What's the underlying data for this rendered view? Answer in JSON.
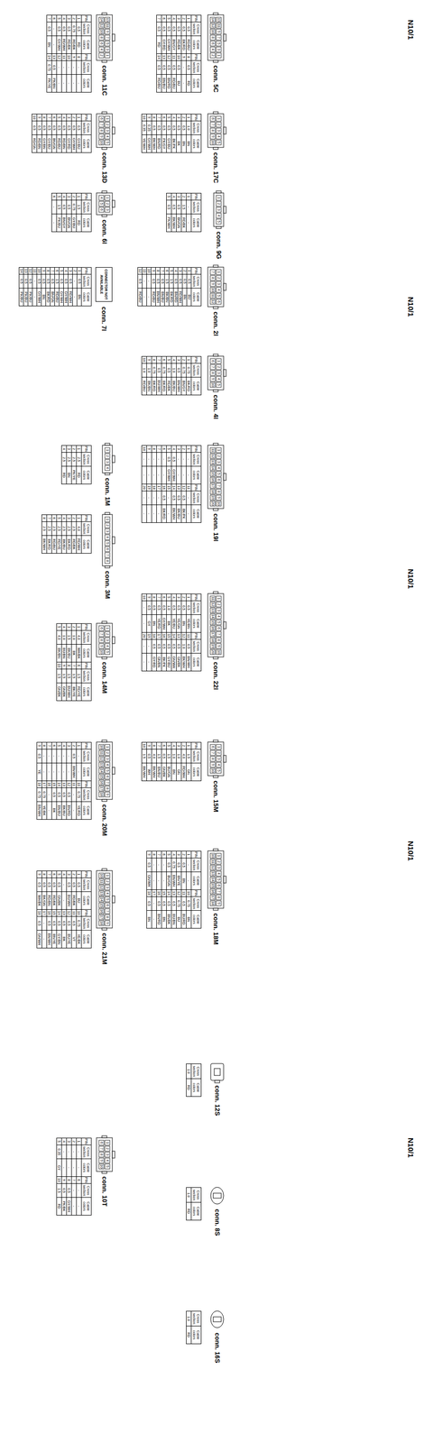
{
  "diagram": {
    "nodes": [
      {
        "text": [
          "CONNECTOR NOT AVAILABLE"
        ]
      }
    ],
    "labels": [
      "N10/1",
      "N10/1",
      "N10/1",
      "N10/1",
      "N10/1",
      "conn. 5C",
      "13",
      "11",
      "9",
      "7",
      "5",
      "3",
      "1",
      "14",
      "12",
      "10",
      "8",
      "6",
      "4",
      "2",
      "PIN",
      "Cross section",
      "Cable colors",
      "1",
      "0.5",
      "RD/BU",
      "2",
      "0.5",
      "BK/RD",
      "3",
      "0.5",
      "RD/BK",
      "4",
      "0.5",
      "BN/GY",
      "5",
      "0.5",
      "GY/WH",
      "6",
      "0.5",
      "GY/RD",
      "7",
      "0.5",
      "RD",
      "PIN",
      "Cross section",
      "Cable colors",
      "8",
      "0.5",
      "RD",
      "9",
      "-",
      "-",
      "10",
      "0.5",
      "BU",
      "11",
      "0.5",
      "RD/BU",
      "12",
      "0.5",
      "BN/RD",
      "13",
      "0.5",
      "BN/BU",
      "14",
      "0.5",
      "RD/BU",
      "conn. 17C",
      "1",
      "2",
      "3",
      "4",
      "5",
      "6",
      "7",
      "8",
      "9",
      "10",
      "PIN",
      "Cross section",
      "Cable colors",
      "1",
      "1.0",
      "BN",
      "2",
      "0.5",
      "BN",
      "3",
      "0.5",
      "BK",
      "4",
      "0.5",
      "BK/PK",
      "5",
      "0.5",
      "GY/BU",
      "6",
      "0.5",
      "PK/GY",
      "7",
      "0.5",
      "BN/RD",
      "8",
      "0.5",
      "BK/WH",
      "9",
      "0.35",
      "GY/WH",
      "10",
      "0.35",
      "YE/WH",
      "conn. 9G",
      "1",
      "2",
      "3",
      "4",
      "5",
      "PIN",
      "Cross section",
      "Cable colors",
      "1",
      "-",
      "-",
      "2",
      "1.5",
      "RD/BK",
      "3",
      "0.5",
      "BN/GN",
      "4",
      "0.5",
      "BK/WH",
      "5",
      "0.5",
      "PK/WH",
      "conn. 2I",
      "1",
      "2",
      "3",
      "4",
      "5",
      "6",
      "7",
      "8",
      "9",
      "10",
      "11",
      "12",
      "PIN",
      "Cross section",
      "Cable colors",
      "1",
      "0.5",
      "BU",
      "2",
      "0.5",
      "BN",
      "3",
      "0.5",
      "RD/WH",
      "4",
      "0.5",
      "BN/RD",
      "5",
      "1.5",
      "BK/RD",
      "6",
      "1.5",
      "BK/BN",
      "7",
      "0.5",
      "BN/BU",
      "8",
      "0.5",
      "BN/WH",
      "9",
      "0.5",
      "RD/BU",
      "10",
      "-",
      "-",
      "11",
      "-",
      "-",
      "12",
      "0.5",
      "RD/BU",
      "conn. 4I",
      "1",
      "2",
      "3",
      "4",
      "5",
      "6",
      "7",
      "8",
      "9",
      "10",
      "PIN",
      "Cross section",
      "Cable colors",
      "1",
      "0.75",
      "BK/RD",
      "2",
      "0.75",
      "BN/GY",
      "3",
      "0.5",
      "BN/WH",
      "4",
      "1.0",
      "BK/BU",
      "5",
      "0.5",
      "RD/BK",
      "6",
      "0.75",
      "BK/RD",
      "7",
      "0.5",
      "BU/WH",
      "8",
      "0.75",
      "BK/RD",
      "9",
      "1.0",
      "BK/BN",
      "10",
      "1.0",
      "RD/BU",
      "conn. 19I",
      "1",
      "2",
      "3",
      "4",
      "5",
      "6",
      "7",
      "8",
      "9",
      "10",
      "11",
      "12",
      "13",
      "14",
      "15",
      "16",
      "17",
      "18",
      "19",
      "20",
      "PIN",
      "Cross section",
      "Cable colors",
      "1",
      "-",
      "-",
      "2",
      "-",
      "-",
      "3",
      "-",
      "-",
      "4",
      "0.5",
      "GY/WH",
      "5",
      "0.5",
      "GY/WH",
      "6",
      "-",
      "-",
      "7",
      "-",
      "-",
      "8",
      "-",
      "-",
      "9",
      "-",
      "-",
      "10",
      "-",
      "-",
      "PIN",
      "Cross section",
      "Cable colors",
      "11",
      "-",
      "-",
      "12",
      "0.5",
      "BK/PK",
      "13",
      "0.5",
      "BK/BU",
      "14",
      "0.5",
      "BK/WH",
      "15",
      "-",
      "-",
      "16",
      "0.5",
      "BK/RD",
      "17",
      "-",
      "-",
      "18",
      "-",
      "-",
      "19",
      "-",
      "-",
      "20",
      "-",
      "-",
      "conn. 22I",
      "1",
      "2",
      "3",
      "4",
      "5",
      "6",
      "7",
      "8",
      "9",
      "10",
      "11",
      "12",
      "13",
      "14",
      "15",
      "16",
      "17",
      "18",
      "19",
      "20",
      "PIN",
      "Cross section",
      "Cable colors",
      "1",
      "0.5",
      "YE/BN",
      "2",
      "0.5",
      "BN",
      "3",
      "0.5",
      "YE/GN",
      "4",
      "0.5",
      "YE/BU",
      "5",
      "1.0",
      "BK",
      "6",
      "0.5",
      "GY/WH",
      "7",
      "0.5",
      "YE/RD",
      "8",
      "0.5",
      "BN",
      "9",
      "0.5",
      "GY",
      "10",
      "-",
      "-",
      "PIN",
      "Cross section",
      "Cable colors",
      "11",
      "0.5",
      "BN/WH",
      "12",
      "1.0",
      "BK/WH",
      "13",
      "0.5",
      "GN/BK",
      "14",
      "0.5",
      "GN/WH",
      "15",
      "0.5",
      "GY/BU",
      "16",
      "0.5",
      "BK/PK",
      "17",
      "0.5",
      "GN/BN",
      "18",
      "0.5",
      "GY/RD",
      "19",
      "-",
      "-",
      "20",
      "-",
      "-",
      "conn. 15M",
      "1",
      "2",
      "3",
      "4",
      "5",
      "6",
      "7",
      "8",
      "9",
      "10",
      "PIN",
      "Cross section",
      "Cable colors",
      "1",
      "1.5",
      "GN",
      "2",
      "4.0",
      "RD/WH",
      "3",
      "1.0",
      "GN",
      "4",
      "1.0",
      "BN",
      "5",
      "1.5",
      "BU/GN",
      "6",
      "0.5",
      "GN/BK",
      "7",
      "1.5",
      "BN/BU",
      "8",
      "4.0",
      "BK/WH",
      "9",
      "0.5",
      "WH",
      "10",
      "1.5",
      "BK/WH",
      "conn. 18M",
      "1",
      "2",
      "3",
      "4",
      "5",
      "6",
      "7",
      "8",
      "9",
      "10",
      "11",
      "12",
      "13",
      "14",
      "15",
      "16",
      "17",
      "18",
      "PIN",
      "Cross section",
      "Cable colors",
      "1",
      "-",
      "-",
      "2",
      "0.5",
      "BN",
      "3",
      "0.5",
      "BN/YE",
      "4",
      "0.75",
      "BN/WH",
      "5",
      "0.5",
      "BU/GN",
      "6",
      "-",
      "-",
      "7",
      "-",
      "-",
      "8",
      "-",
      "-",
      "9",
      "0.5",
      "GN/WH",
      "PIN",
      "Cross section",
      "Cable colors",
      "10",
      "0.75",
      "BN",
      "11",
      "0.5",
      "BU/RD",
      "12",
      "0.75",
      "BU",
      "13",
      "0.5",
      "BU/BN",
      "14",
      "0.5",
      "BN/BK",
      "15",
      "0.5",
      "BN",
      "16",
      "0.5",
      "BN/RD",
      "17",
      "-",
      "-",
      "18",
      "0.5",
      "BN",
      "conn. 12S",
      "Cross section",
      "Cable colors",
      "1.0",
      "RD",
      "conn. 8S",
      "Cross section",
      "Cable colors",
      "1.0",
      "RD",
      "conn. 16S",
      "Cross section",
      "Cable colors",
      "1.0",
      "RD",
      "conn. 11C",
      "13",
      "11",
      "9",
      "7",
      "5",
      "3",
      "1",
      "14",
      "12",
      "10",
      "8",
      "6",
      "4",
      "2",
      "PIN",
      "Cross section",
      "Cable colors",
      "1",
      "0.5",
      "RD",
      "2",
      "0.75",
      "RD/BK",
      "3",
      "0.5",
      "RD/BK",
      "4",
      "0.5",
      "RD/WH",
      "5",
      "0.5",
      "GY/WH",
      "6",
      "-",
      "-",
      "7",
      "0.5",
      "BN",
      "PIN",
      "Cross section",
      "Cable colors",
      "8",
      "-",
      "-",
      "9",
      "-",
      "-",
      "10",
      "-",
      "-",
      "11",
      "-",
      "-",
      "12",
      "-",
      "-",
      "13",
      "0.5",
      "PK/BN",
      "14",
      "0.75",
      "PK/YE",
      "conn. 13D",
      "1",
      "2",
      "3",
      "4",
      "5",
      "6",
      "7",
      "8",
      "9",
      "10",
      "PIN",
      "Cross section",
      "Cable colors",
      "1",
      "0.5",
      "GY/BU",
      "2",
      "0.5",
      "GY/WH",
      "3",
      "0.5",
      "GY/RD",
      "4",
      "0.5",
      "RD/BN",
      "5",
      "0.5",
      "RD/BU",
      "6",
      "0.5",
      "BN/GN",
      "7",
      "0.5",
      "GY/BU",
      "8",
      "0.5",
      "GY/BN",
      "9",
      "0.5",
      "RD/BN",
      "10",
      "0.5",
      "RD/GN",
      "conn. 6I",
      "1",
      "2",
      "3",
      "4",
      "5",
      "6",
      "PIN",
      "Cross section",
      "Cable colors",
      "1",
      "1.5",
      "RD",
      "2",
      "0.75",
      "GY/BU",
      "3",
      "0.5",
      "BN/GN",
      "4",
      "0.5",
      "BN/GY",
      "5",
      "1.5",
      "PK/BU",
      "6",
      "-",
      "-",
      "conn. 7I",
      "PIN",
      "Cross section",
      "Cable colors",
      "1",
      "0.5",
      "BN",
      "2",
      "-",
      "-",
      "3",
      "0.5",
      "RD/WH",
      "4",
      "0.5",
      "GY/WH",
      "5",
      "0.5",
      "GY/WH",
      "6",
      "1.5",
      "RD/BU",
      "7",
      "0.5",
      "BN/GN",
      "8",
      "0.5",
      "BK/RD",
      "9",
      "0.5",
      "BN",
      "10",
      "0.5",
      "GY/WH",
      "11",
      "-",
      "-",
      "12",
      "0.5",
      "PK/BU",
      "13",
      "0.5",
      "PK/BU",
      "14",
      "0.5",
      "PK/BU",
      "conn. 1M",
      "1",
      "2",
      "3",
      "4",
      "PIN",
      "Cross section",
      "Cable colors",
      "1",
      "2.5",
      "RD",
      "2",
      "2.5",
      "PK/YE",
      "3",
      "2.5",
      "BN",
      "4",
      "2.5",
      "RD",
      "conn. 3M",
      "1",
      "2",
      "3",
      "4",
      "5",
      "6",
      "7",
      "8",
      "PIN",
      "Cross section",
      "Cable colors",
      "1",
      "4.0",
      "RD/WH",
      "2",
      "2.5",
      "RD/BK",
      "3",
      "2.5",
      "BK/RD",
      "4",
      "2.5",
      "BK/BU",
      "5",
      "2.5",
      "RD/YE",
      "6",
      "2.5",
      "RD/BU",
      "7",
      "2.5",
      "BK/RD",
      "8",
      "2.5",
      "BK/WH",
      "conn. 14M",
      "1",
      "2",
      "3",
      "4",
      "5",
      "6",
      "7",
      "8",
      "9",
      "10",
      "PIN",
      "Cross section",
      "Cable colors",
      "1",
      "4.0",
      "WH/BK",
      "2",
      "1.0",
      "BK",
      "3",
      "1.5",
      "BK/BU",
      "4",
      "1.0",
      "BU/BN",
      "5",
      "4.0",
      "BK/BN",
      "PIN",
      "Cross section",
      "Cable colors",
      "6",
      "1.5",
      "RD/YE",
      "7",
      "1.5",
      "BK/YE",
      "8",
      "1.5",
      "BU/WH",
      "9",
      "1.5",
      "GN/BK",
      "10",
      "1.5",
      "GN/BK",
      "conn. 20M",
      "1",
      "2",
      "3",
      "4",
      "5",
      "6",
      "7",
      "8",
      "9",
      "10",
      "11",
      "12",
      "13",
      "14",
      "15",
      "16",
      "17",
      "18",
      "PIN",
      "Cross section",
      "Cable colors",
      "1",
      "-",
      "-",
      "2",
      "0.5",
      "BN/WH",
      "3",
      "-",
      "-",
      "4",
      "-",
      "-",
      "5",
      "-",
      "-",
      "6",
      "-",
      "-",
      "7",
      "-",
      "-",
      "8",
      "-",
      "-",
      "9",
      "0.5",
      "YE",
      "PIN",
      "Cross section",
      "Cable colors",
      "10",
      "0.75",
      "YE/RD",
      "11",
      "-",
      "-",
      "12",
      "0.5",
      "BN/RD",
      "13",
      "0.5",
      "BK/BU",
      "14",
      "0.5",
      "BN/BU",
      "15",
      "0.5",
      "BK",
      "16",
      "-",
      "-",
      "17",
      "0.75",
      "YE/BK",
      "18",
      "0.75",
      "BN/WH",
      "conn. 21M",
      "1",
      "2",
      "3",
      "4",
      "5",
      "6",
      "7",
      "8",
      "9",
      "10",
      "11",
      "12",
      "13",
      "14",
      "15",
      "16",
      "17",
      "18",
      "PIN",
      "Cross section",
      "Cable colors",
      "1",
      "0.5",
      "BU",
      "2",
      "0.5",
      "RD/BK",
      "3",
      "0.5",
      "BU/WH",
      "4",
      "-",
      "-",
      "5",
      "0.5",
      "GN/BK",
      "6",
      "0.5",
      "RD/BK",
      "7",
      "0.5",
      "RD/BN",
      "8",
      "0.5",
      "BK/GN",
      "9",
      "0.5",
      "WH/BK",
      "PIN",
      "Cross section",
      "Cable colors",
      "10",
      "0.75",
      "YE/BK",
      "11",
      "0.5",
      "VT",
      "12",
      "0.5",
      "BU/YE",
      "13",
      "0.5",
      "BK",
      "14",
      "0.5",
      "GY/BN",
      "15",
      "0.5",
      "BN/YE",
      "16",
      "0.5",
      "BN/WH",
      "17",
      "-",
      "-",
      "18",
      "0.5",
      "GN/WH",
      "conn. 10T",
      "1",
      "2",
      "3",
      "4",
      "5",
      "6",
      "7",
      "8",
      "9",
      "10",
      "PIN",
      "Cross section",
      "Cable colors",
      "1",
      "-",
      "-",
      "2",
      "-",
      "-",
      "3",
      "-",
      "-",
      "4",
      "-",
      "-",
      "5",
      "0.35",
      "GY",
      "PIN",
      "Cross section",
      "Cable colors",
      "6",
      "-",
      "-",
      "7",
      "-",
      "-",
      "8",
      "0.5",
      "GY/WH",
      "9",
      "0.5",
      "PK/BK",
      "10",
      "1.5",
      "RD"
    ]
  }
}
